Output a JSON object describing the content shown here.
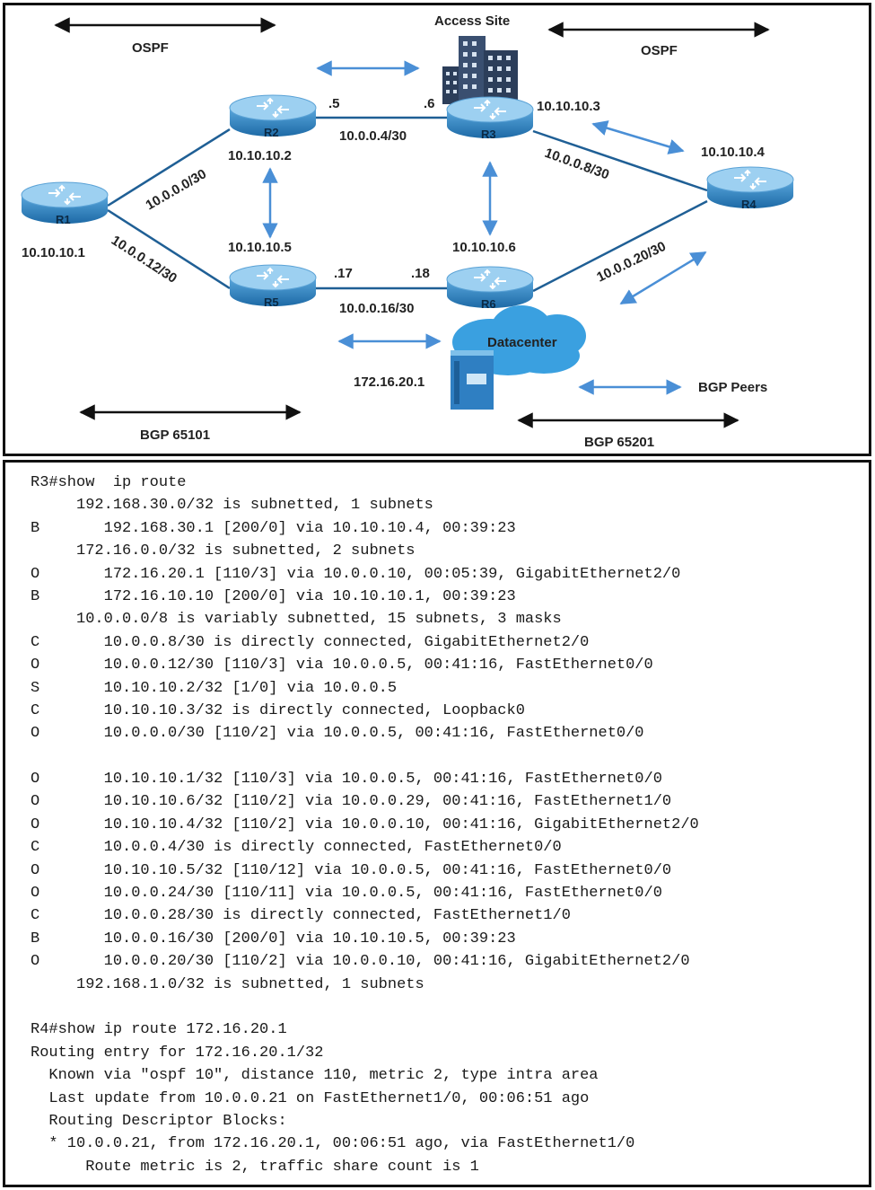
{
  "diagram": {
    "labels": {
      "ospf_left": "OSPF",
      "ospf_right": "OSPF",
      "access_site": "Access Site",
      "datacenter": "Datacenter",
      "bgp_peers": "BGP Peers",
      "bgp_left": "BGP 65101",
      "bgp_right": "BGP 65201",
      "server_ip": "172.16.20.1"
    },
    "routers": {
      "r1": {
        "name": "R1",
        "ip": "10.10.10.1"
      },
      "r2": {
        "name": "R2",
        "ip": "10.10.10.2"
      },
      "r3": {
        "name": "R3",
        "ip": "10.10.10.3"
      },
      "r4": {
        "name": "R4",
        "ip": "10.10.10.4"
      },
      "r5": {
        "name": "R5",
        "ip": "10.10.10.5"
      },
      "r6": {
        "name": "R6",
        "ip": "10.10.10.6"
      }
    },
    "links": {
      "r1_r2": "10.0.0.0/30",
      "r1_r5": "10.0.0.12/30",
      "r2_r3": "10.0.0.4/30",
      "r2_r3_left": ".5",
      "r2_r3_right": ".6",
      "r3_r4": "10.0.0.8/30",
      "r5_r6": "10.0.0.16/30",
      "r5_r6_left": ".17",
      "r5_r6_right": ".18",
      "r6_r4": "10.0.0.20/30"
    },
    "colors": {
      "router_body": "#2f86c4",
      "router_top": "#8fc8ee",
      "arrow_blue": "#4a8fd6",
      "cloud": "#3aa0e0",
      "link": "#1f5f95"
    }
  },
  "cli": {
    "lines": [
      "R3#show  ip route",
      "     192.168.30.0/32 is subnetted, 1 subnets",
      "B       192.168.30.1 [200/0] via 10.10.10.4, 00:39:23",
      "     172.16.0.0/32 is subnetted, 2 subnets",
      "O       172.16.20.1 [110/3] via 10.0.0.10, 00:05:39, GigabitEthernet2/0",
      "B       172.16.10.10 [200/0] via 10.10.10.1, 00:39:23",
      "     10.0.0.0/8 is variably subnetted, 15 subnets, 3 masks",
      "C       10.0.0.8/30 is directly connected, GigabitEthernet2/0",
      "O       10.0.0.12/30 [110/3] via 10.0.0.5, 00:41:16, FastEthernet0/0",
      "S       10.10.10.2/32 [1/0] via 10.0.0.5",
      "C       10.10.10.3/32 is directly connected, Loopback0",
      "O       10.0.0.0/30 [110/2] via 10.0.0.5, 00:41:16, FastEthernet0/0",
      "",
      "O       10.10.10.1/32 [110/3] via 10.0.0.5, 00:41:16, FastEthernet0/0",
      "O       10.10.10.6/32 [110/2] via 10.0.0.29, 00:41:16, FastEthernet1/0",
      "O       10.10.10.4/32 [110/2] via 10.0.0.10, 00:41:16, GigabitEthernet2/0",
      "C       10.0.0.4/30 is directly connected, FastEthernet0/0",
      "O       10.10.10.5/32 [110/12] via 10.0.0.5, 00:41:16, FastEthernet0/0",
      "O       10.0.0.24/30 [110/11] via 10.0.0.5, 00:41:16, FastEthernet0/0",
      "C       10.0.0.28/30 is directly connected, FastEthernet1/0",
      "B       10.0.0.16/30 [200/0] via 10.10.10.5, 00:39:23",
      "O       10.0.0.20/30 [110/2] via 10.0.0.10, 00:41:16, GigabitEthernet2/0",
      "     192.168.1.0/32 is subnetted, 1 subnets",
      "",
      "R4#show ip route 172.16.20.1",
      "Routing entry for 172.16.20.1/32",
      "  Known via \"ospf 10\", distance 110, metric 2, type intra area",
      "  Last update from 10.0.0.21 on FastEthernet1/0, 00:06:51 ago",
      "  Routing Descriptor Blocks:",
      "  * 10.0.0.21, from 172.16.20.1, 00:06:51 ago, via FastEthernet1/0",
      "      Route metric is 2, traffic share count is 1"
    ]
  }
}
